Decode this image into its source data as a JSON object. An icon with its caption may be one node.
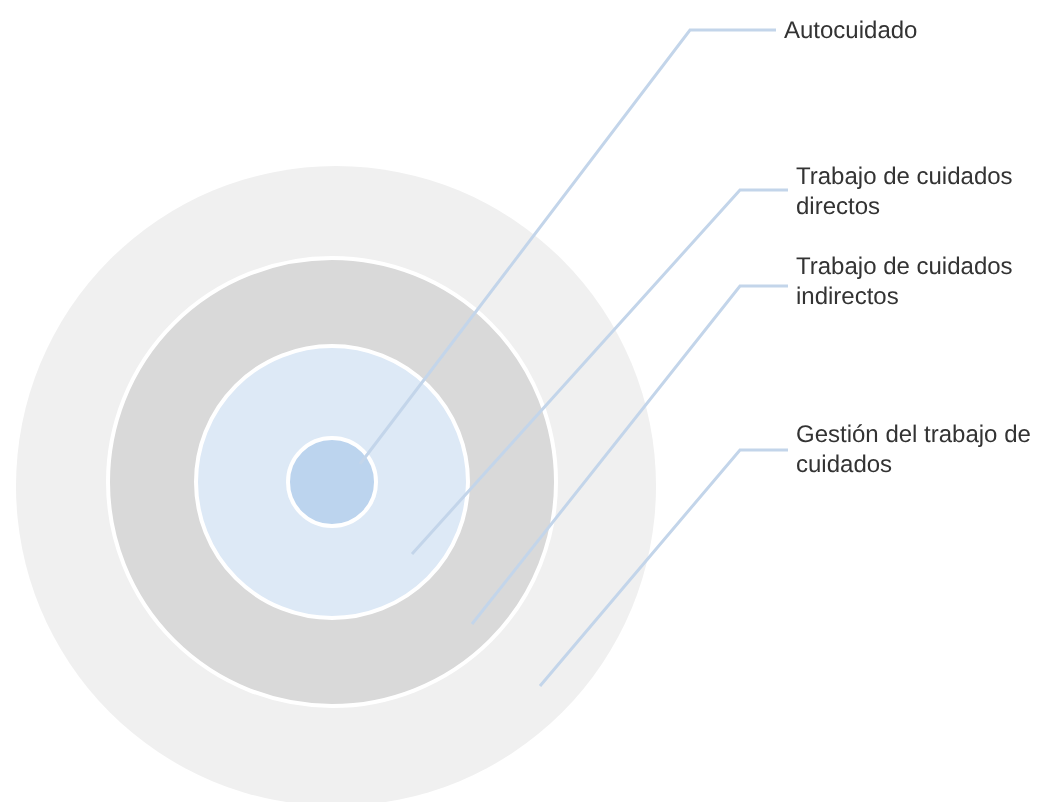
{
  "diagram": {
    "nodes": [
      {
        "text": [],
        "shape": "circle"
      },
      {
        "text": [],
        "shape": "circle",
        "in": 0
      },
      {
        "text": [],
        "shape": "circle",
        "in": 1
      },
      {
        "text": [],
        "shape": "circle",
        "in": 2
      },
      {
        "text": [
          "Autocuidado"
        ]
      },
      {
        "text": [
          "Trabajo de cuidados directos"
        ]
      },
      {
        "text": [
          "Trabajo de cuidados indirectos"
        ]
      },
      {
        "text": [
          "Gestión del trabajo de cuidados"
        ]
      }
    ],
    "edges": [
      {
        "from": 4,
        "to": 3,
        "arrow": "none"
      },
      {
        "from": 5,
        "to": 2,
        "arrow": "none"
      },
      {
        "from": 6,
        "to": 1,
        "arrow": "none"
      },
      {
        "from": 7,
        "to": 0,
        "arrow": "none"
      }
    ]
  }
}
